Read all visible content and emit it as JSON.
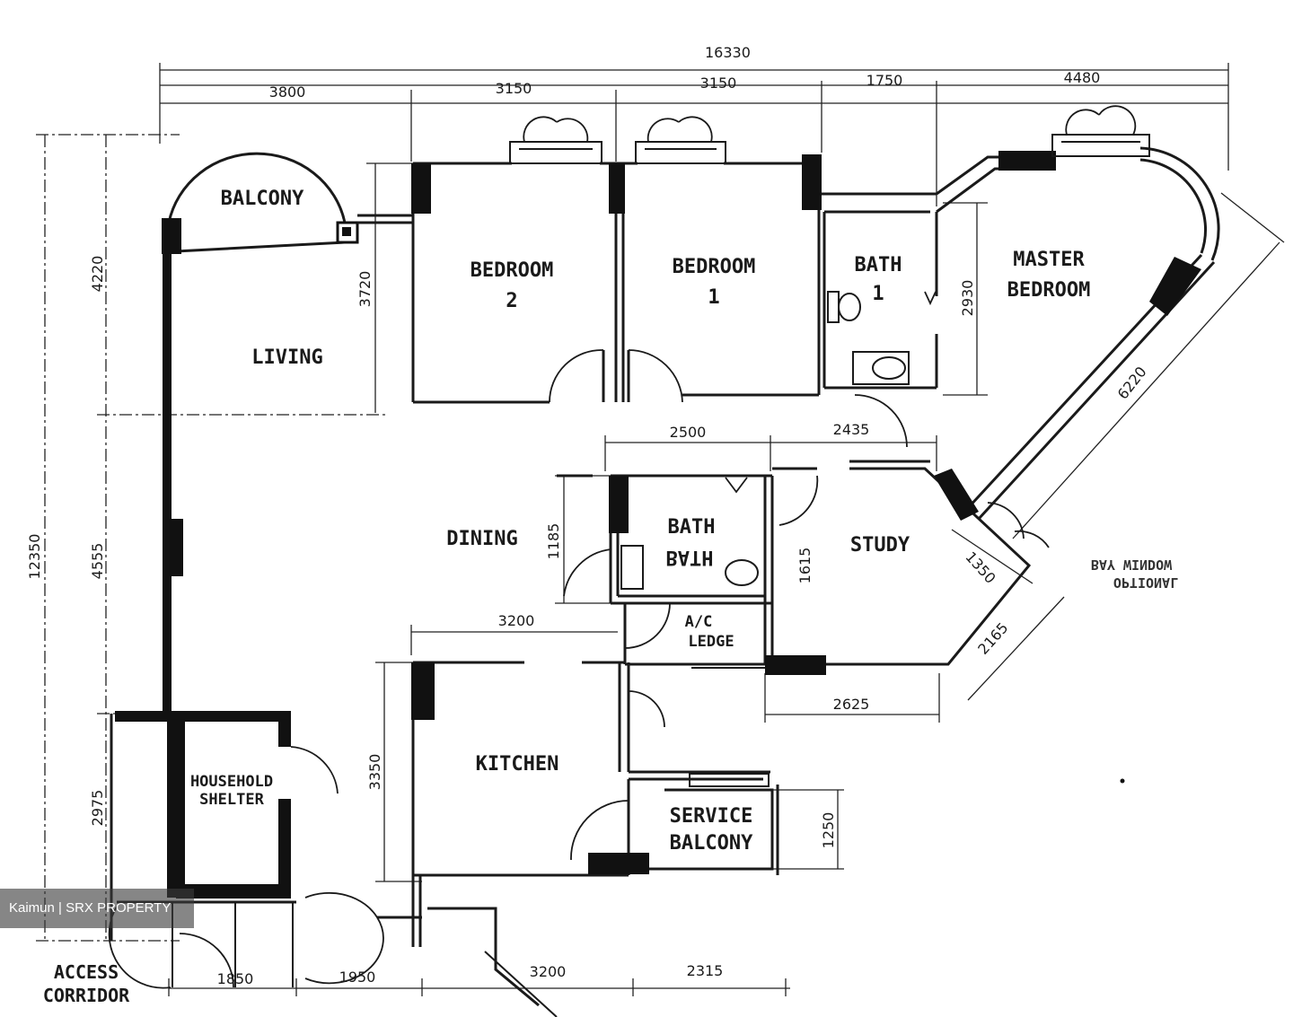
{
  "rooms": {
    "balcony": "BALCONY",
    "living": "LIVING",
    "bedroom2_l1": "BEDROOM",
    "bedroom2_l2": "2",
    "bedroom1_l1": "BEDROOM",
    "bedroom1_l2": "1",
    "bath1_l1": "BATH",
    "bath1_l2": "1",
    "master_l1": "MASTER",
    "master_l2": "BEDROOM",
    "dining": "DINING",
    "bath2_l1": "BATH",
    "bath2_l2": "BATH",
    "study": "STUDY",
    "ac_l1": "A/C",
    "ac_l2": "LEDGE",
    "kitchen": "KITCHEN",
    "shelter_l1": "HOUSEHOLD",
    "shelter_l2": "SHELTER",
    "service_l1": "SERVICE",
    "service_l2": "BALCONY",
    "bay_l1": "BAY WINDOW",
    "bay_l2": "OPTIONAL",
    "corridor_l1": "ACCESS",
    "corridor_l2": "CORRIDOR"
  },
  "dimensions": {
    "overall_width": "16330",
    "top_1": "3800",
    "top_2": "3150",
    "top_3": "3150",
    "top_4": "1750",
    "top_5": "4480",
    "left_total": "12350",
    "left_1": "4220",
    "left_2": "4555",
    "left_3": "2975",
    "living_height": "3720",
    "master_height": "2930",
    "master_diag": "6220",
    "mid_1": "2500",
    "mid_2": "2435",
    "bath2_height": "1185",
    "study_height": "1615",
    "bay_1": "1350",
    "bay_2": "2165",
    "kitchen_width": "3200",
    "study_width": "2625",
    "kitchen_height": "3350",
    "service_height": "1250",
    "bottom_1": "1850",
    "bottom_2": "1950",
    "bottom_3": "3200",
    "bottom_4": "2315"
  },
  "watermark": "Kaimun | SRX PROPERTY"
}
